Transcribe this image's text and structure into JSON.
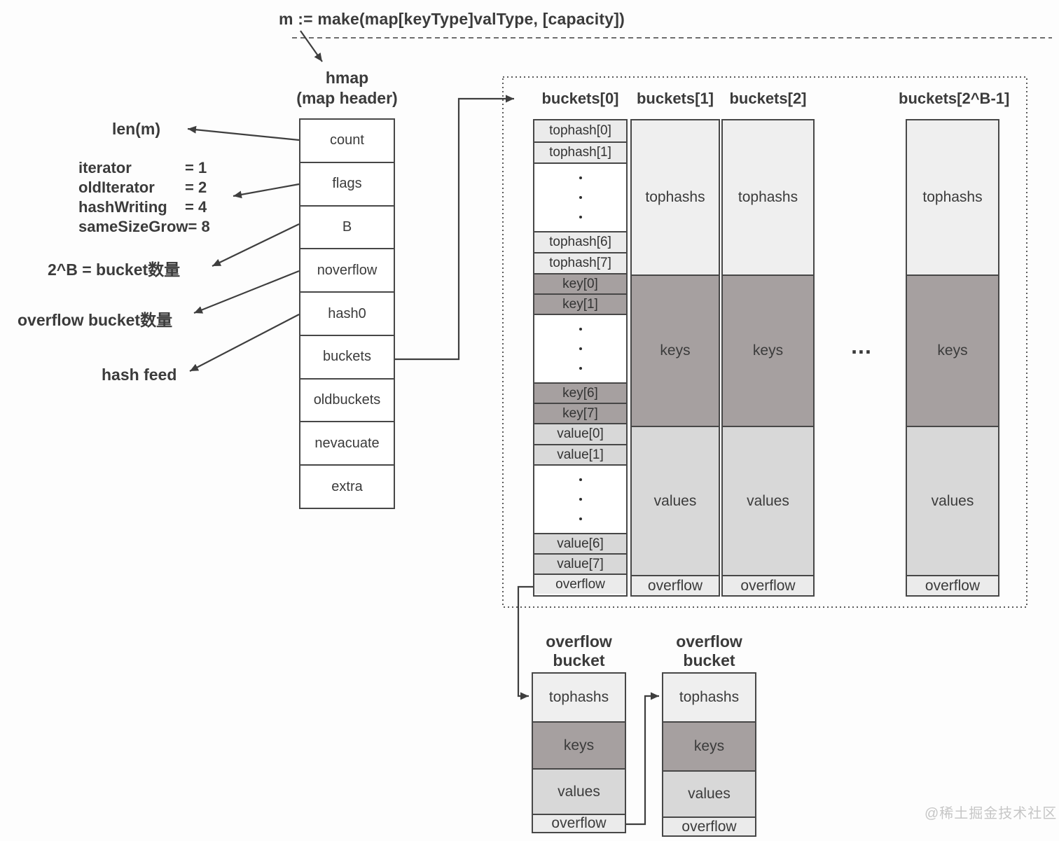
{
  "top": {
    "code": "m := make(map[keyType]valType, [capacity])"
  },
  "hmap": {
    "title": "hmap",
    "subtitle": "(map header)",
    "fields": [
      "count",
      "flags",
      "B",
      "noverflow",
      "hash0",
      "buckets",
      "oldbuckets",
      "nevacuate",
      "extra"
    ]
  },
  "annotations": {
    "len": "len(m)",
    "flag_constants": [
      {
        "name": "iterator",
        "value": "=  1"
      },
      {
        "name": "oldIterator",
        "value": "=  2"
      },
      {
        "name": "hashWriting",
        "value": "=  4"
      },
      {
        "name": "sameSizeGrow",
        "value": "=  8"
      }
    ],
    "bucket_count": "2^B = bucket数量",
    "overflow_count": "overflow bucket数量",
    "hash_feed": "hash feed"
  },
  "buckets_area": {
    "headers": [
      "buckets[0]",
      "buckets[1]",
      "buckets[2]",
      "buckets[2^B-1]"
    ],
    "ellipsis": "...",
    "bucket0": [
      "tophash[0]",
      "tophash[1]",
      "tophash[6]",
      "tophash[7]",
      "key[0]",
      "key[1]",
      "key[6]",
      "key[7]",
      "value[0]",
      "value[1]",
      "value[6]",
      "value[7]",
      "overflow"
    ],
    "sections": {
      "tophashs": "tophashs",
      "keys": "keys",
      "values": "values",
      "overflow": "overflow"
    }
  },
  "overflow_buckets": {
    "title": "overflow bucket"
  },
  "watermark": "@稀土掘金技术社区",
  "colors": {
    "light_cell": "#ebebeb",
    "tophashs_section": "#efefef",
    "keys_section": "#a6a0a0",
    "values_section": "#d8d8d8",
    "line": "#3e3e3e",
    "background": "#fdfdfd",
    "watermark": "#c6c6c6"
  }
}
